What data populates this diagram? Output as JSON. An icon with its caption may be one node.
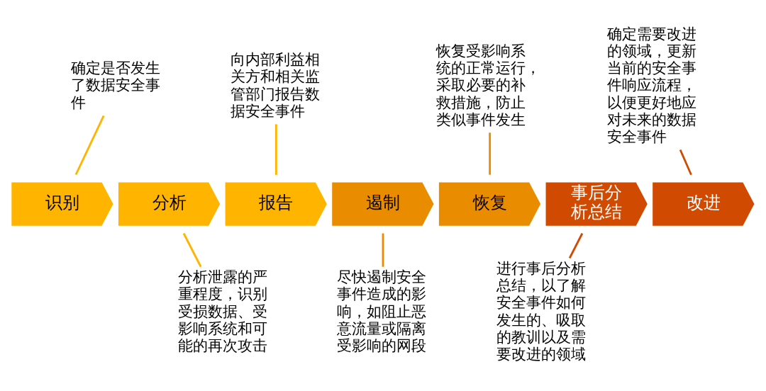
{
  "diagram": {
    "nodes": [
      {
        "text": [
          "确定是否发生了数据安全事件"
        ]
      },
      {
        "text": [
          "向内部利益相关方和相关监管部门报告数据安全事件"
        ]
      },
      {
        "text": [
          "恢复受影响系统的正常运行，采取必要的补救措施，防止类似事件发生"
        ]
      },
      {
        "text": [
          "确定需要改进的领域，更新当前的安全事件响应流程，以便更好地应对未来的数据安全事件"
        ]
      },
      {
        "text": [
          "识别"
        ]
      },
      {
        "text": [
          "分析"
        ]
      },
      {
        "text": [
          "报告"
        ]
      },
      {
        "text": [
          "遏制"
        ]
      },
      {
        "text": [
          "恢复"
        ]
      },
      {
        "text": [
          "事后分析总结"
        ]
      },
      {
        "text": [
          "改进"
        ]
      },
      {
        "text": [
          "分析泄露的严重程度，识别受损数据、受影响系统和可能的再次攻击"
        ]
      },
      {
        "text": [
          "尽快遏制安全事件造成的影响，如阻止恶意流量或隔离受影响的网段"
        ]
      },
      {
        "text": [
          "进行事后分析总结，以了解安全事件如何发生的、吸取的教训以及需要改进的领域"
        ]
      }
    ],
    "edges": [
      {
        "from": 0,
        "to": 4,
        "arrow": "none",
        "color": "#ffb400"
      },
      {
        "from": 1,
        "to": 6,
        "arrow": "none",
        "color": "#ffb400"
      },
      {
        "from": 2,
        "to": 8,
        "arrow": "none",
        "color": "#ea8c00"
      },
      {
        "from": 3,
        "to": 10,
        "arrow": "none",
        "color": "#d04a02"
      },
      {
        "from": 11,
        "to": 5,
        "arrow": "none",
        "color": "#ffb400"
      },
      {
        "from": 12,
        "to": 7,
        "arrow": "none",
        "color": "#ea8c00"
      },
      {
        "from": 13,
        "to": 9,
        "arrow": "none",
        "color": "#d04a02"
      }
    ]
  }
}
